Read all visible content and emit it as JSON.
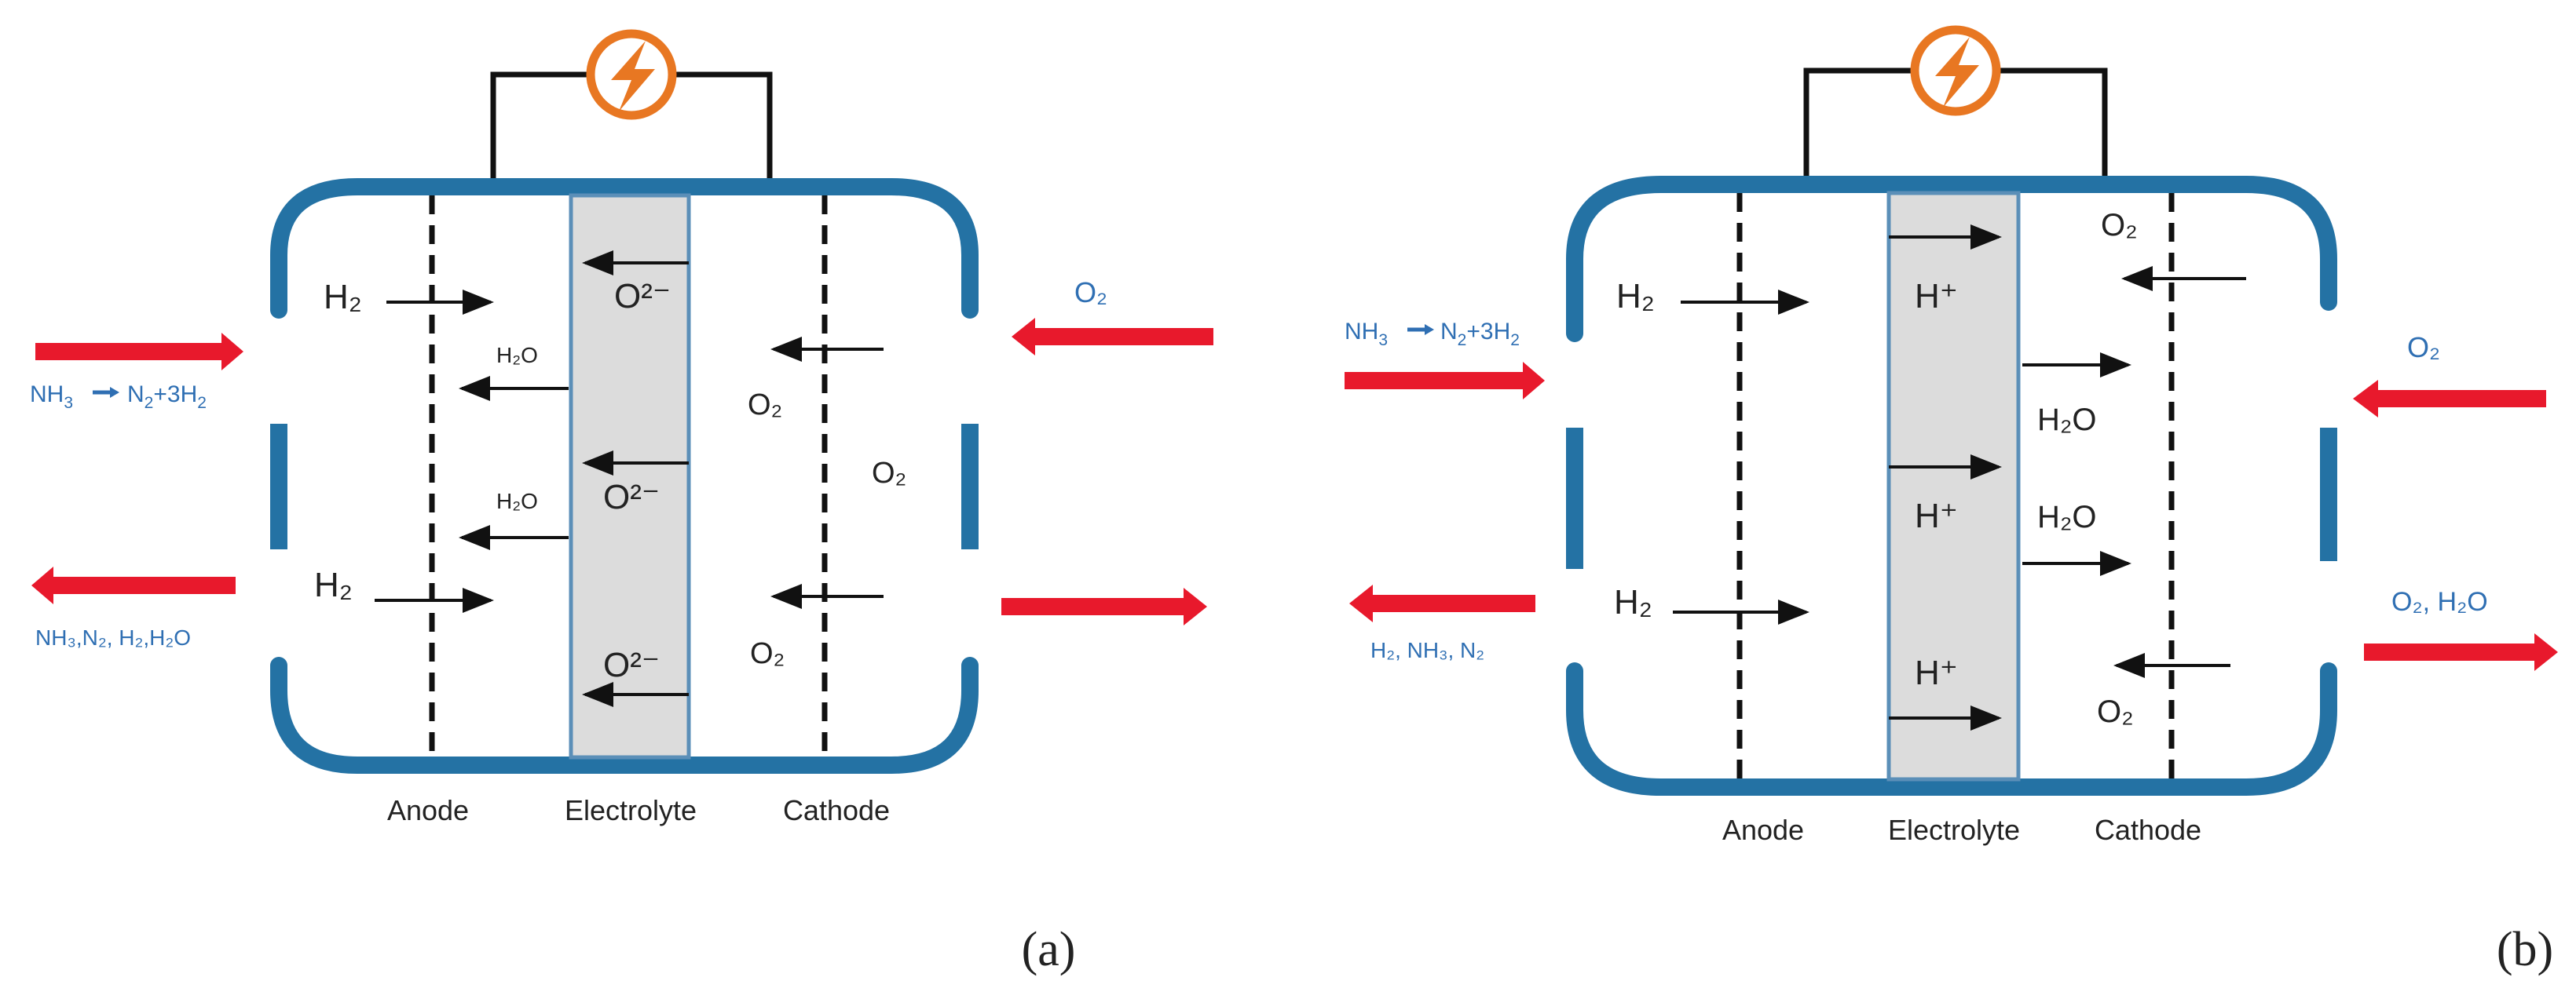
{
  "colors": {
    "cell_outline": "#2472a4",
    "flow_arrow": "#e8192c",
    "electrolyte_fill": "#dcdcdc",
    "electrolyte_border": "#5b8fb8",
    "power_icon": "#e87722",
    "text_blue": "#2f6fb3",
    "text_black": "#222222"
  },
  "icons": {
    "power_source": "lightning-bolt-icon"
  },
  "panels": [
    {
      "id": "a",
      "caption": "(a)",
      "layer_labels": {
        "anode": "Anode",
        "electrolyte": "Electrolyte",
        "cathode": "Cathode"
      },
      "feed_in": {
        "reaction": {
          "lhs": "NH",
          "lhs_sub": "3",
          "rhs": "N",
          "rhs_sub": "2",
          "rhs_tail": "+3H",
          "rhs_tail_sub": "2"
        }
      },
      "exhaust_out": "NH₃,N₂, H₂,H₂O",
      "oxidant_in": "O₂",
      "oxidant_out": "",
      "anode_species": [
        "H₂",
        "H₂"
      ],
      "product_species": [
        "H₂O",
        "H₂O"
      ],
      "electrolyte_ions": [
        "O²⁻",
        "O²⁻",
        "O²⁻"
      ],
      "cathode_species": [
        "O₂",
        "O₂",
        "O₂"
      ]
    },
    {
      "id": "b",
      "caption": "(b)",
      "layer_labels": {
        "anode": "Anode",
        "electrolyte": "Electrolyte",
        "cathode": "Cathode"
      },
      "feed_in": {
        "reaction": {
          "lhs": "NH",
          "lhs_sub": "3",
          "rhs": "N",
          "rhs_sub": "2",
          "rhs_tail": "+3H",
          "rhs_tail_sub": "2"
        }
      },
      "exhaust_out": "H₂, NH₃, N₂",
      "oxidant_in": "O₂",
      "oxidant_out": "O₂, H₂O",
      "anode_species": [
        "H₂",
        "H₂"
      ],
      "product_species": [
        "H₂O",
        "H₂O"
      ],
      "electrolyte_ions": [
        "H⁺",
        "H⁺",
        "H⁺"
      ],
      "cathode_species": [
        "O₂",
        "O₂"
      ]
    }
  ]
}
